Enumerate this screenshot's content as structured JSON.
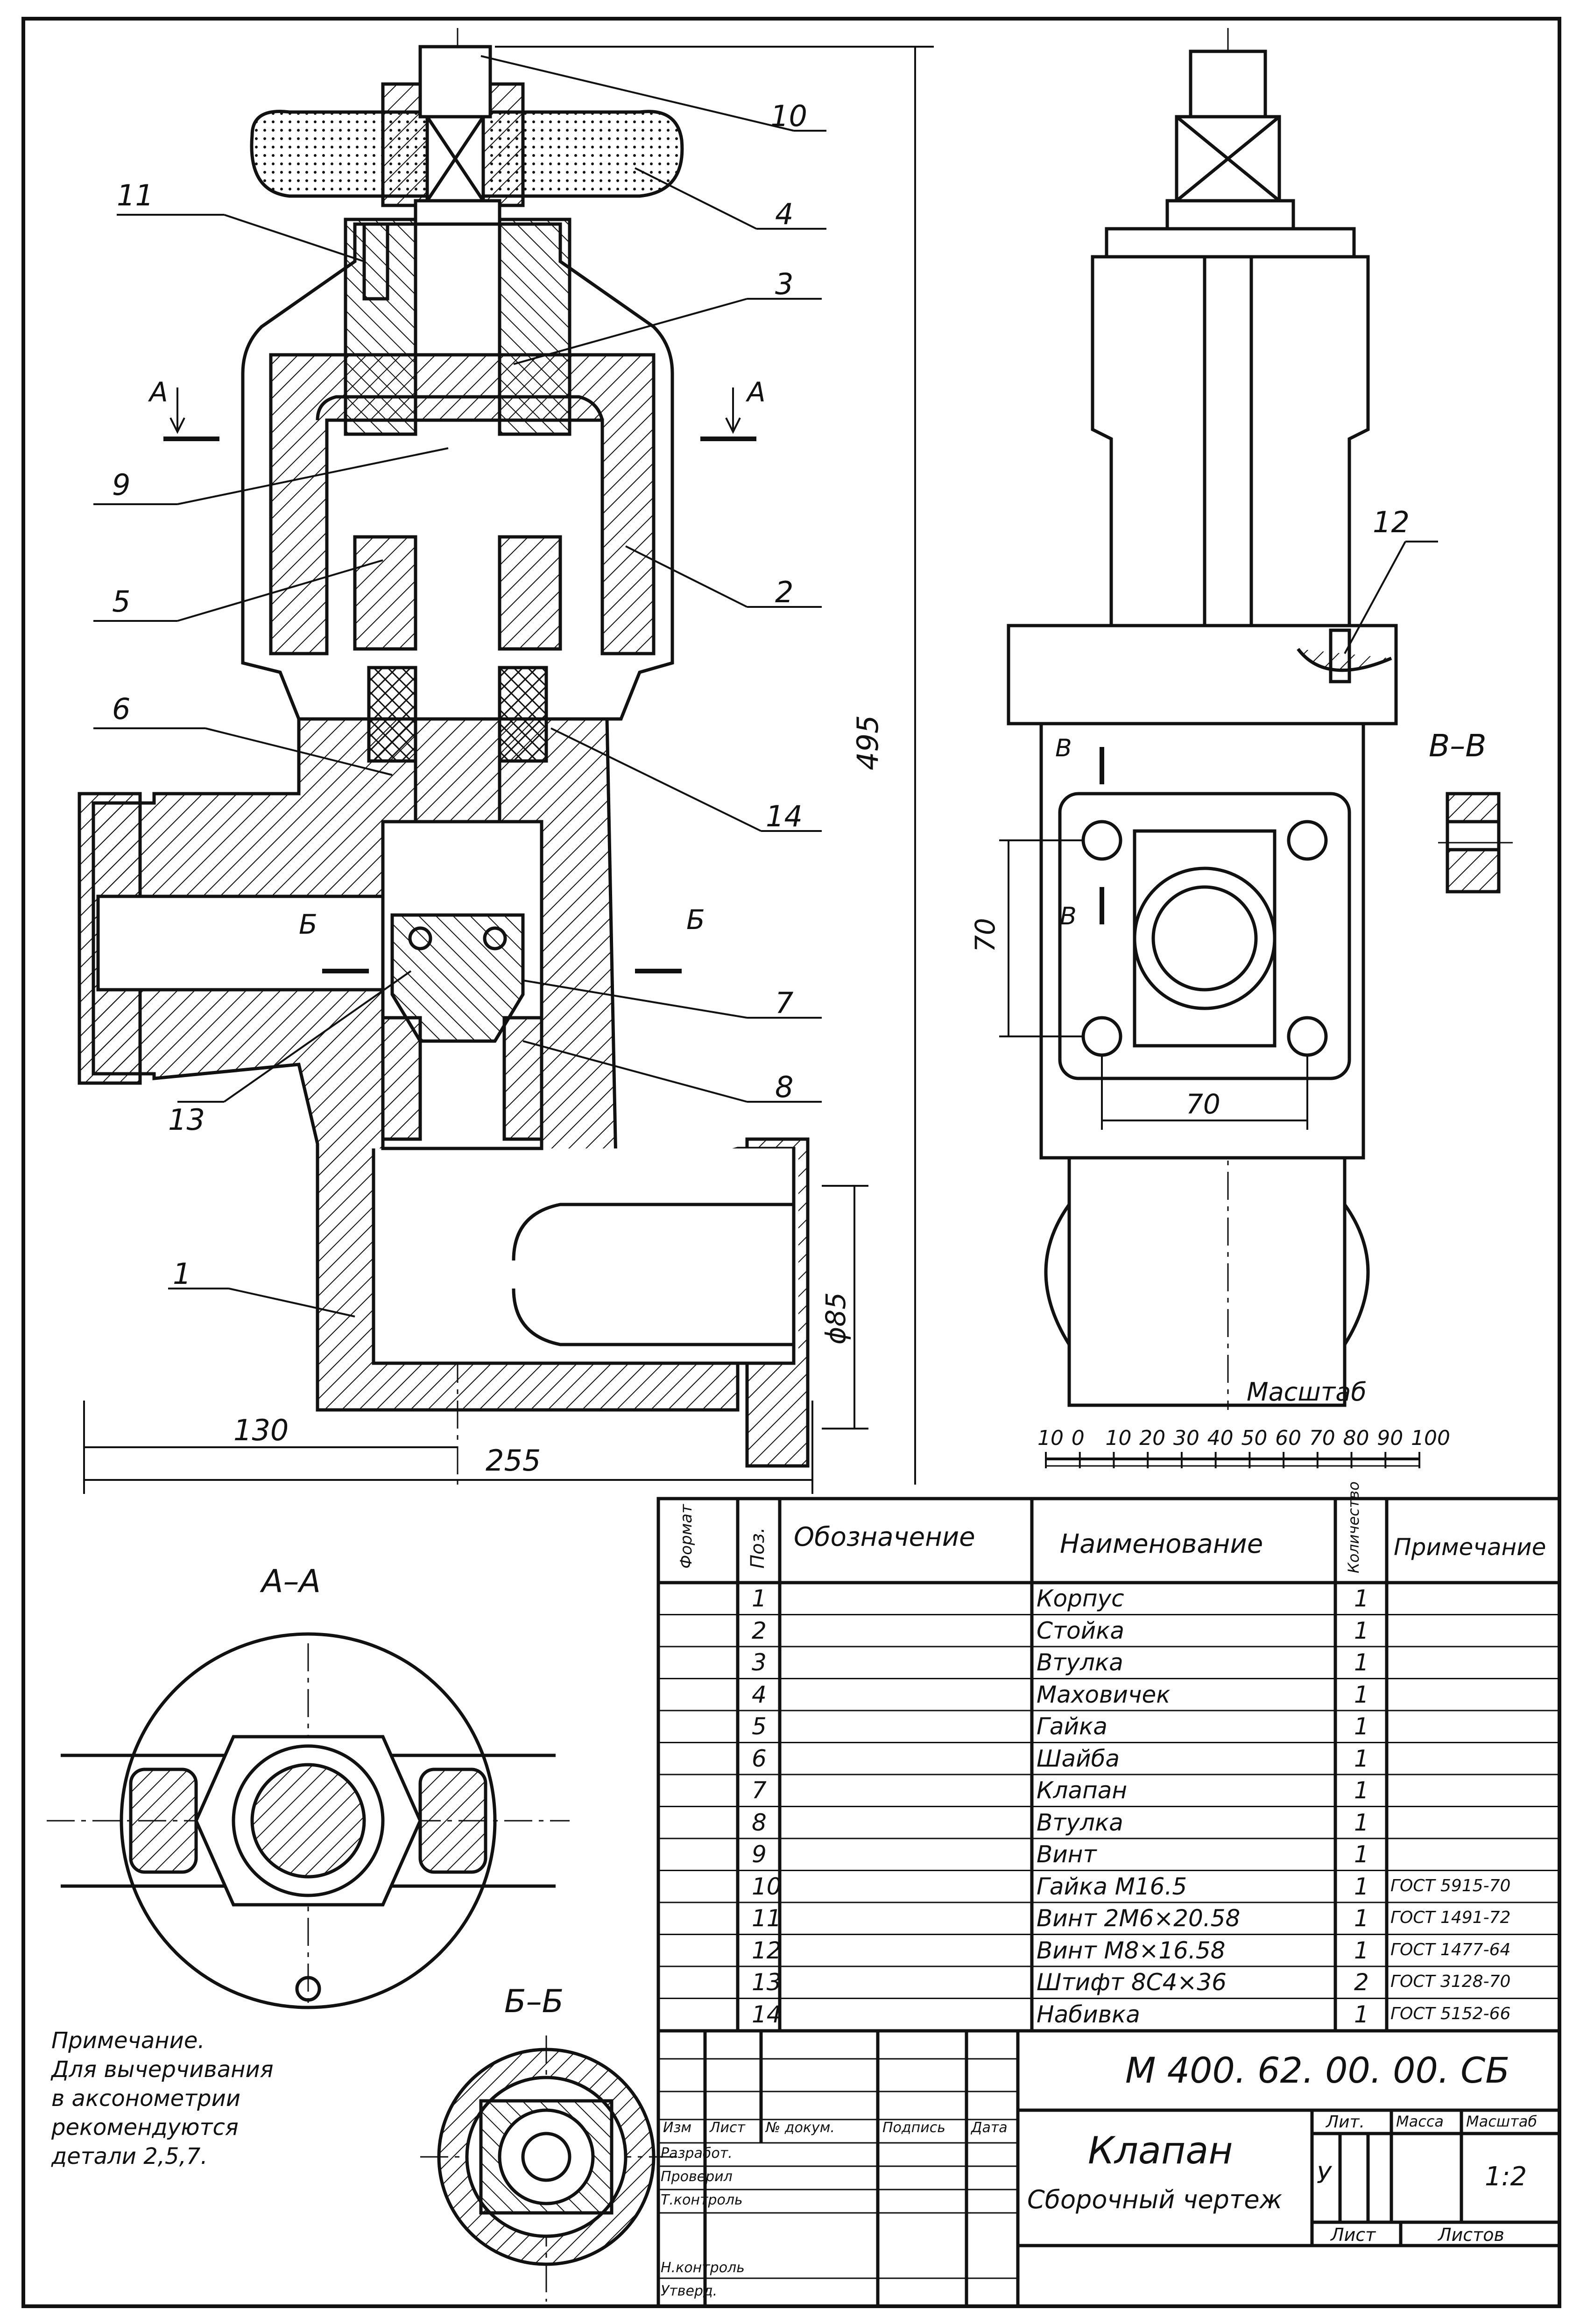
{
  "drawing": {
    "callouts": [
      "1",
      "2",
      "3",
      "4",
      "5",
      "6",
      "7",
      "8",
      "9",
      "10",
      "11",
      "12",
      "13",
      "14"
    ],
    "section_marks": {
      "a_left": "A",
      "a_right": "A",
      "b_left": "Б",
      "b_right": "Б",
      "v_top": "В",
      "v_bottom": "В"
    },
    "dimensions": {
      "height": "495",
      "d130": "130",
      "d255": "255",
      "phi85": "ϕ85",
      "d70_vert": "70",
      "d70_horiz": "70"
    },
    "section_titles": {
      "aa": "А–А",
      "bb": "Б–Б",
      "vv": "В–В"
    },
    "scale": {
      "title": "Масштаб",
      "ticks": [
        "10",
        "0",
        "10",
        "20",
        "30",
        "40",
        "50",
        "60",
        "70",
        "80",
        "90",
        "100"
      ]
    }
  },
  "note": {
    "title": "Примечание.",
    "lines": [
      "Для вычерчивания",
      "в аксонометрии",
      "рекомендуются",
      "детали 2,5,7."
    ]
  },
  "spec_table": {
    "headers": {
      "format": "Формат",
      "pos": "Поз.",
      "designation": "Обозначение",
      "name": "Наименование",
      "qty": "Количество",
      "note": "Примечание"
    },
    "rows": [
      {
        "pos": "1",
        "name": "Корпус",
        "qty": "1",
        "note": ""
      },
      {
        "pos": "2",
        "name": "Стойка",
        "qty": "1",
        "note": ""
      },
      {
        "pos": "3",
        "name": "Втулка",
        "qty": "1",
        "note": ""
      },
      {
        "pos": "4",
        "name": "Маховичек",
        "qty": "1",
        "note": ""
      },
      {
        "pos": "5",
        "name": "Гайка",
        "qty": "1",
        "note": ""
      },
      {
        "pos": "6",
        "name": "Шайба",
        "qty": "1",
        "note": ""
      },
      {
        "pos": "7",
        "name": "Клапан",
        "qty": "1",
        "note": ""
      },
      {
        "pos": "8",
        "name": "Втулка",
        "qty": "1",
        "note": ""
      },
      {
        "pos": "9",
        "name": "Винт",
        "qty": "1",
        "note": ""
      },
      {
        "pos": "10",
        "name": "Гайка М16.5",
        "qty": "1",
        "note": "ГОСТ 5915-70"
      },
      {
        "pos": "11",
        "name": "Винт 2М6×20.58",
        "qty": "1",
        "note": "ГОСТ 1491-72"
      },
      {
        "pos": "12",
        "name": "Винт М8×16.58",
        "qty": "1",
        "note": "ГОСТ 1477-64"
      },
      {
        "pos": "13",
        "name": "Штифт 8С4×36",
        "qty": "2",
        "note": "ГОСТ 3128-70"
      },
      {
        "pos": "14",
        "name": "Набивка",
        "qty": "1",
        "note": "ГОСТ 5152-66"
      }
    ]
  },
  "title_block": {
    "code": "М 400. 62. 00. 00. СБ",
    "name": "Клапан",
    "doc_type": "Сборочный чертеж",
    "cols": {
      "izm": "Изм",
      "list": "Лист",
      "doc_no": "№ докум.",
      "sign": "Подпись",
      "date": "Дата"
    },
    "roles": [
      "Разработ.",
      "Проверил",
      "Т.контроль",
      "",
      "Н.контроль",
      "Утверд."
    ],
    "lit": "Лит.",
    "mass": "Масса",
    "scale_label": "Масштаб",
    "lit_value": "У",
    "scale_value": "1:2",
    "sheet": "Лист",
    "sheets": "Листов"
  },
  "colors": {
    "ink": "#111111",
    "paper": "#ffffff"
  }
}
